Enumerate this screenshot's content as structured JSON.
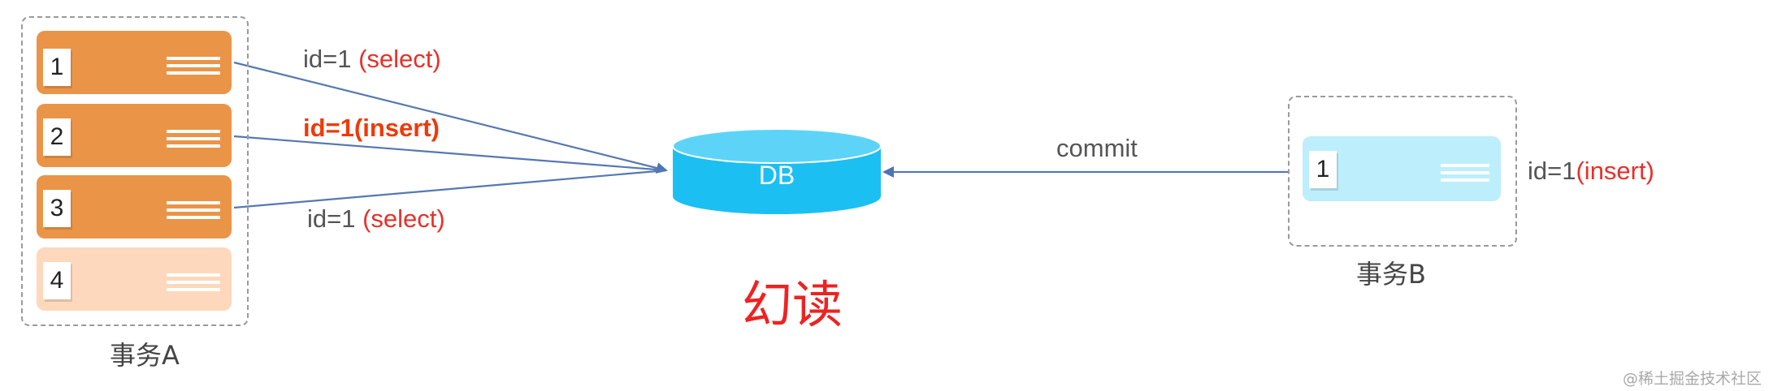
{
  "transaction_a": {
    "caption": "事务A",
    "steps": [
      {
        "number": "1",
        "state": "active"
      },
      {
        "number": "2",
        "state": "active"
      },
      {
        "number": "3",
        "state": "active"
      },
      {
        "number": "4",
        "state": "faded"
      }
    ],
    "arrow_labels": {
      "step1_prefix": "id=1",
      "step1_op": "(select)",
      "step2": "id=1(insert)",
      "step3_prefix": "id=1",
      "step3_op": "(select)"
    }
  },
  "database": {
    "label": "DB"
  },
  "transaction_b": {
    "caption": "事务B",
    "step_number": "1",
    "side_label_prefix": "id=1",
    "side_label_op": "(insert)",
    "arrow_label": "commit"
  },
  "title": "幻读",
  "watermark": "@稀土掘金技术社区",
  "colors": {
    "step_active": "#ea9448",
    "step_faded": "#fdd8bc",
    "step_b": "#bdeefb",
    "db_fill": "#1cbff2",
    "db_top": "#5dd4f7",
    "arrow": "#5578b3",
    "emphasis_red": "#e8302a"
  }
}
